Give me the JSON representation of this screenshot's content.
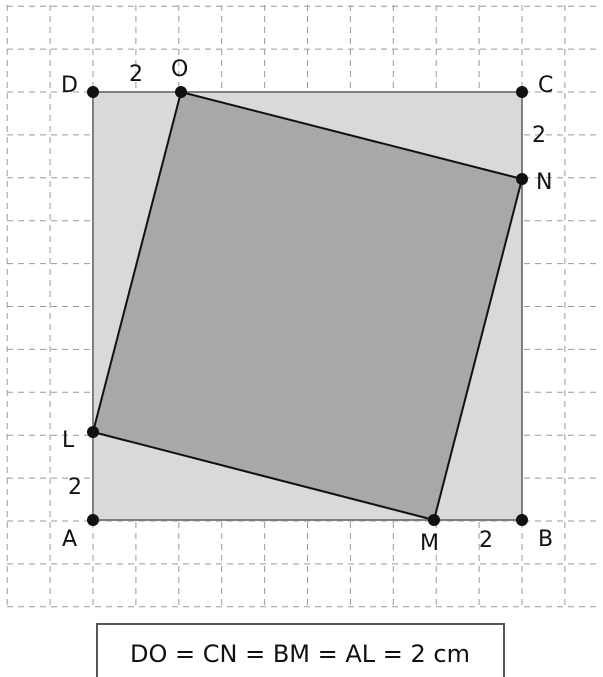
{
  "colors": {
    "background": "#ffffff",
    "grid": "#9a9a9a",
    "outer_square_fill": "#d9d9d9",
    "outer_square_stroke": "#7f7f7f",
    "inner_square_fill": "#a8a8a8",
    "inner_square_stroke": "#111111",
    "point": "#111111",
    "caption_border": "#555555"
  },
  "points": {
    "A": {
      "label": "A"
    },
    "B": {
      "label": "B"
    },
    "C": {
      "label": "C"
    },
    "D": {
      "label": "D"
    },
    "O": {
      "label": "O"
    },
    "N": {
      "label": "N"
    },
    "M": {
      "label": "M"
    },
    "L": {
      "label": "L"
    }
  },
  "segment_labels": {
    "DO": "2",
    "CN": "2",
    "BM": "2",
    "AL": "2"
  },
  "caption": "DO = CN = BM = AL = 2 cm"
}
